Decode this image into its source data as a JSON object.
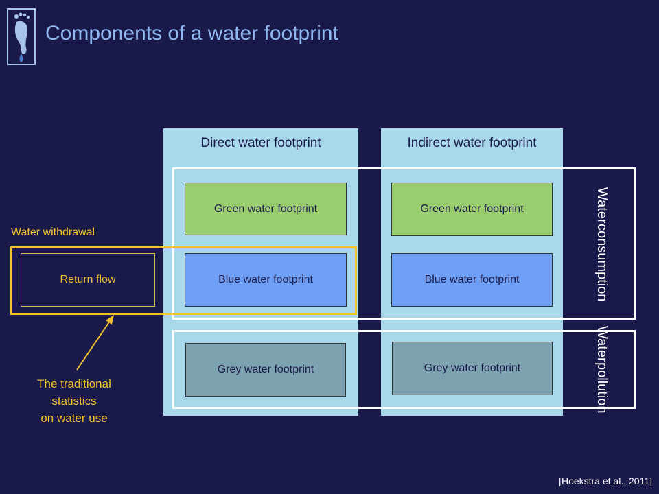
{
  "title": "Components of a water footprint",
  "columns": {
    "direct": "Direct water footprint",
    "indirect": "Indirect water footprint"
  },
  "boxes": {
    "green_direct": "Green water footprint",
    "blue_direct": "Blue water footprint",
    "grey_direct": "Grey water footprint",
    "green_indirect": "Green water footprint",
    "blue_indirect": "Blue water footprint",
    "grey_indirect": "Grey water footprint",
    "return_flow": "Return flow"
  },
  "labels": {
    "water_consumption_line1": "Water",
    "water_consumption_line2": "consumption",
    "water_pollution_line1": "Water",
    "water_pollution_line2": "pollution",
    "water_withdrawal": "Water withdrawal",
    "traditional_line1": "The traditional",
    "traditional_line2": "statistics",
    "traditional_line3": "on water use"
  },
  "citation": "[Hoekstra et al., 2011]",
  "colors": {
    "background": "#1a1a4a",
    "title": "#8fb8f0",
    "column": "#a8d8ea",
    "green": "#9acd6e",
    "blue": "#6f9ff5",
    "grey": "#7ea3b0",
    "accent": "#f2c12e"
  },
  "icons": {
    "logo": "footprint-droplet-logo"
  }
}
